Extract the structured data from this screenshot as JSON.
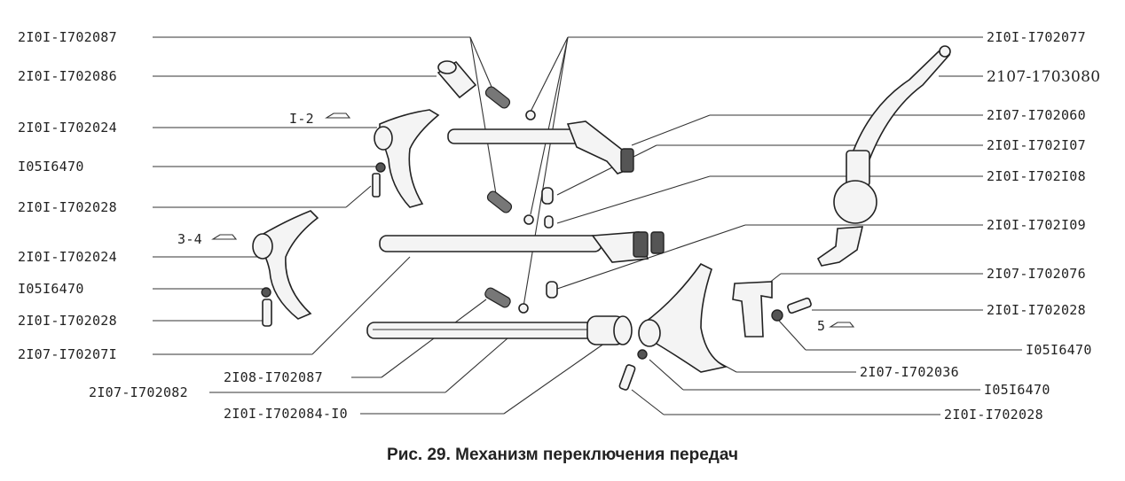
{
  "caption": "Рис. 29. Механизм переключения передач",
  "gear_marks": {
    "g12": "I-2",
    "g34": "3-4",
    "g5": "5"
  },
  "left_labels": [
    "2I0I-I702087",
    "2I0I-I702086",
    "2I0I-I702024",
    "I05I6470",
    "2I0I-I702028",
    "2I0I-I702024",
    "I05I6470",
    "2I0I-I702028",
    "2I07-I70207I"
  ],
  "bottom_labels": [
    "2I08-I702087",
    "2I07-I702082",
    "2I0I-I702084-I0"
  ],
  "right_labels": [
    "2I0I-I702077",
    "2107-1703080",
    "2I07-I702060",
    "2I0I-I702I07",
    "2I0I-I702I08",
    "2I0I-I702I09",
    "2I07-I702076",
    "2I0I-I702028",
    "I05I6470",
    "2I07-I702036",
    "I05I6470",
    "2I0I-I702028"
  ]
}
